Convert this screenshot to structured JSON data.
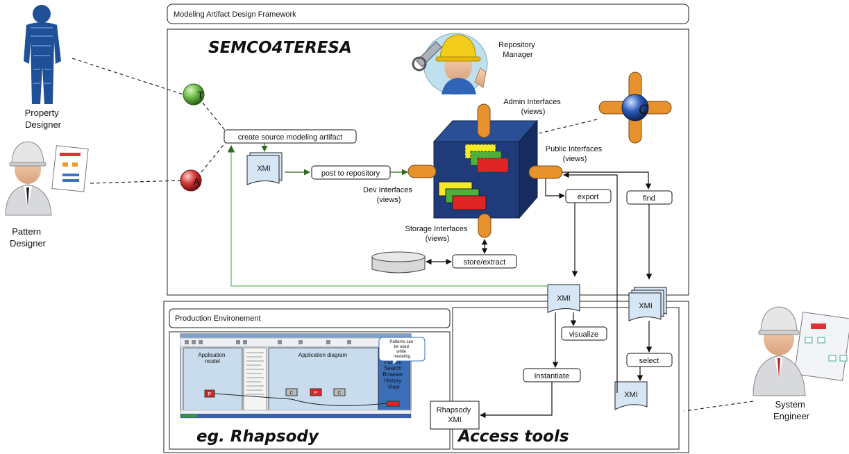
{
  "framework_title": "Modeling Artifact Design Framework",
  "semco_title": "SEMCO4TERESA",
  "actors": {
    "property_designer": [
      "Property",
      "Designer"
    ],
    "pattern_designer": [
      "Pattern",
      "Designer"
    ],
    "system_engineer": [
      "System",
      "Engineer"
    ],
    "repository_manager": [
      "Repository",
      "Manager"
    ]
  },
  "tools": {
    "t_letter": "T",
    "a_letter": "A",
    "c_letter": "C"
  },
  "interfaces": {
    "admin": [
      "Admin Interfaces",
      "(views)"
    ],
    "public": [
      "Public Interfaces",
      "(views)"
    ],
    "dev": [
      "Dev Interfaces",
      "(views)"
    ],
    "storage": [
      "Storage Interfaces",
      "(views)"
    ]
  },
  "process": {
    "create": "create source modeling artifact",
    "post": "post to repository",
    "export": "export",
    "find": "find",
    "store_extract": "store/extract",
    "visualize": "visualize",
    "instantiate": "instantiate",
    "select": "select",
    "xmi": "XMI",
    "rhapsody_xmi": [
      "Rhapsody",
      "XMI"
    ]
  },
  "production": {
    "title": "Production Environement",
    "caption": "eg. Rhapsody",
    "app_model": [
      "Application",
      "model"
    ],
    "app_diagram": "Application diagram",
    "browser_panel": [
      "Pattern",
      "Search",
      "Browser",
      "History",
      "View"
    ],
    "callout": [
      "Patterns can",
      "be used",
      "while",
      "modeling"
    ],
    "p": "P",
    "c": "C"
  },
  "access_title": "Access tools",
  "colors": {
    "cube_front": "#1f3b7a",
    "cube_top": "#2a4f97",
    "cube_side": "#162c5e",
    "connector": "#e8922e",
    "arrow_green": "#2e6b1f",
    "feedback_green": "#7fc27a",
    "doc_fill": "#d7e6f5"
  }
}
